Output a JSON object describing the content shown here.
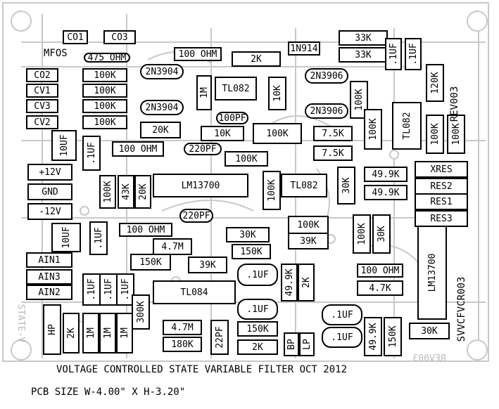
{
  "board": {
    "title": "VOLTAGE CONTROLLED STATE VARIABLE FILTER OCT 2012",
    "size": "PCB SIZE W-4.00\" X H-3.20\"",
    "brand": "MFOS",
    "rev_right": "REV003",
    "rev_vertical": "SVVCFVCR003",
    "mirror_text": "REV003",
    "mirror_side": "STATE-V"
  },
  "components": [
    {
      "id": "co1",
      "label": "CO1"
    },
    {
      "id": "co3",
      "label": "CO3"
    },
    {
      "id": "r475",
      "label": "475 OHM"
    },
    {
      "id": "r100ohm_a",
      "label": "100 OHM"
    },
    {
      "id": "r2k_a",
      "label": "2K"
    },
    {
      "id": "d1n914",
      "label": "1N914"
    },
    {
      "id": "r33k_a",
      "label": "33K"
    },
    {
      "id": "r33k_b",
      "label": "33K"
    },
    {
      "id": "c1uf_a",
      "label": ".1UF"
    },
    {
      "id": "c1uf_b",
      "label": ".1UF"
    },
    {
      "id": "co2",
      "label": "CO2"
    },
    {
      "id": "cv1",
      "label": "CV1"
    },
    {
      "id": "cv3",
      "label": "CV3"
    },
    {
      "id": "cv2",
      "label": "CV2"
    },
    {
      "id": "r100k_1",
      "label": "100K"
    },
    {
      "id": "r100k_2",
      "label": "100K"
    },
    {
      "id": "r100k_3",
      "label": "100K"
    },
    {
      "id": "r100k_4",
      "label": "100K"
    },
    {
      "id": "q1",
      "label": "2N3904"
    },
    {
      "id": "q2",
      "label": "2N3904"
    },
    {
      "id": "r1m_a",
      "label": "1M"
    },
    {
      "id": "u_tl082_a",
      "label": "TL082"
    },
    {
      "id": "r10k_a",
      "label": "10K"
    },
    {
      "id": "q3",
      "label": "2N3906"
    },
    {
      "id": "q4",
      "label": "2N3906"
    },
    {
      "id": "r100k_5",
      "label": "100K"
    },
    {
      "id": "r120k",
      "label": "120K"
    },
    {
      "id": "c100pf",
      "label": "100PF"
    },
    {
      "id": "r20k_a",
      "label": "20K"
    },
    {
      "id": "r10k_b",
      "label": "10K"
    },
    {
      "id": "r100k_6",
      "label": "100K"
    },
    {
      "id": "r75k_a",
      "label": "7.5K"
    },
    {
      "id": "r75k_b",
      "label": "7.5K"
    },
    {
      "id": "r100k_7",
      "label": "100K"
    },
    {
      "id": "u_tl082_b",
      "label": "TL082"
    },
    {
      "id": "r100k_8",
      "label": "100K"
    },
    {
      "id": "r100k_9",
      "label": "100K"
    },
    {
      "id": "c10uf_a",
      "label": "10UF"
    },
    {
      "id": "c1uf_c",
      "label": ".1UF"
    },
    {
      "id": "r100ohm_b",
      "label": "100 OHM"
    },
    {
      "id": "c220pf_a",
      "label": "220PF"
    },
    {
      "id": "r100k_10",
      "label": "100K"
    },
    {
      "id": "p12",
      "label": "+12V"
    },
    {
      "id": "gnd",
      "label": "GND"
    },
    {
      "id": "m12",
      "label": "-12V"
    },
    {
      "id": "r100k_11",
      "label": "100K"
    },
    {
      "id": "r43k",
      "label": "43K"
    },
    {
      "id": "r20k_b",
      "label": "20K"
    },
    {
      "id": "u_lm13700_a",
      "label": "LM13700"
    },
    {
      "id": "r100k_12",
      "label": "100K"
    },
    {
      "id": "u_tl082_c",
      "label": "TL082"
    },
    {
      "id": "r30k_a",
      "label": "30K"
    },
    {
      "id": "r499k_a",
      "label": "49.9K"
    },
    {
      "id": "r499k_b",
      "label": "49.9K"
    },
    {
      "id": "xres",
      "label": "XRES"
    },
    {
      "id": "res2",
      "label": "RES2"
    },
    {
      "id": "res1",
      "label": "RES1"
    },
    {
      "id": "res3",
      "label": "RES3"
    },
    {
      "id": "c220pf_b",
      "label": "220PF"
    },
    {
      "id": "c10uf_b",
      "label": "10UF"
    },
    {
      "id": "c1uf_d",
      "label": ".1UF"
    },
    {
      "id": "r100ohm_c",
      "label": "100 OHM"
    },
    {
      "id": "r47m_a",
      "label": "4.7M"
    },
    {
      "id": "r30k_b",
      "label": "30K"
    },
    {
      "id": "r150k_a",
      "label": "150K"
    },
    {
      "id": "r100k_13",
      "label": "100K"
    },
    {
      "id": "r39k_a",
      "label": "39K"
    },
    {
      "id": "r100k_14",
      "label": "100K"
    },
    {
      "id": "r30k_c",
      "label": "30K"
    },
    {
      "id": "u_lm13700_b",
      "label": "LM13700"
    },
    {
      "id": "ain1",
      "label": "AIN1"
    },
    {
      "id": "ain3",
      "label": "AIN3"
    },
    {
      "id": "ain2",
      "label": "AIN2"
    },
    {
      "id": "r150k_b",
      "label": "150K"
    },
    {
      "id": "r39k_b",
      "label": "39K"
    },
    {
      "id": "c1uf_e",
      "label": ".1UF"
    },
    {
      "id": "r499k_c",
      "label": "49.9K"
    },
    {
      "id": "r2k_b",
      "label": "2K"
    },
    {
      "id": "r100ohm_d",
      "label": "100 OHM"
    },
    {
      "id": "r47k",
      "label": "4.7K"
    },
    {
      "id": "c1uf_f",
      "label": ".1UF"
    },
    {
      "id": "c1uf_g",
      "label": ".1UF"
    },
    {
      "id": "c1uf_h",
      "label": ".1UF"
    },
    {
      "id": "u_tl084",
      "label": "TL084"
    },
    {
      "id": "r300k",
      "label": "300K"
    },
    {
      "id": "c1uf_i",
      "label": ".1UF"
    },
    {
      "id": "c1uf_j",
      "label": ".1UF"
    },
    {
      "id": "c1uf_k",
      "label": ".1UF"
    },
    {
      "id": "hp",
      "label": "HP"
    },
    {
      "id": "r2k_c",
      "label": "2K"
    },
    {
      "id": "r1m_b",
      "label": "1M"
    },
    {
      "id": "r1m_c",
      "label": "1M"
    },
    {
      "id": "r1m_d",
      "label": "1M"
    },
    {
      "id": "r47m_b",
      "label": "4.7M"
    },
    {
      "id": "r180k",
      "label": "180K"
    },
    {
      "id": "c22pf",
      "label": "22PF"
    },
    {
      "id": "r150k_c",
      "label": "150K"
    },
    {
      "id": "r2k_d",
      "label": "2K"
    },
    {
      "id": "bp",
      "label": "BP"
    },
    {
      "id": "lp",
      "label": "LP"
    },
    {
      "id": "r499k_d",
      "label": "49.9K"
    },
    {
      "id": "r150k_d",
      "label": "150K"
    },
    {
      "id": "r30k_d",
      "label": "30K"
    }
  ]
}
